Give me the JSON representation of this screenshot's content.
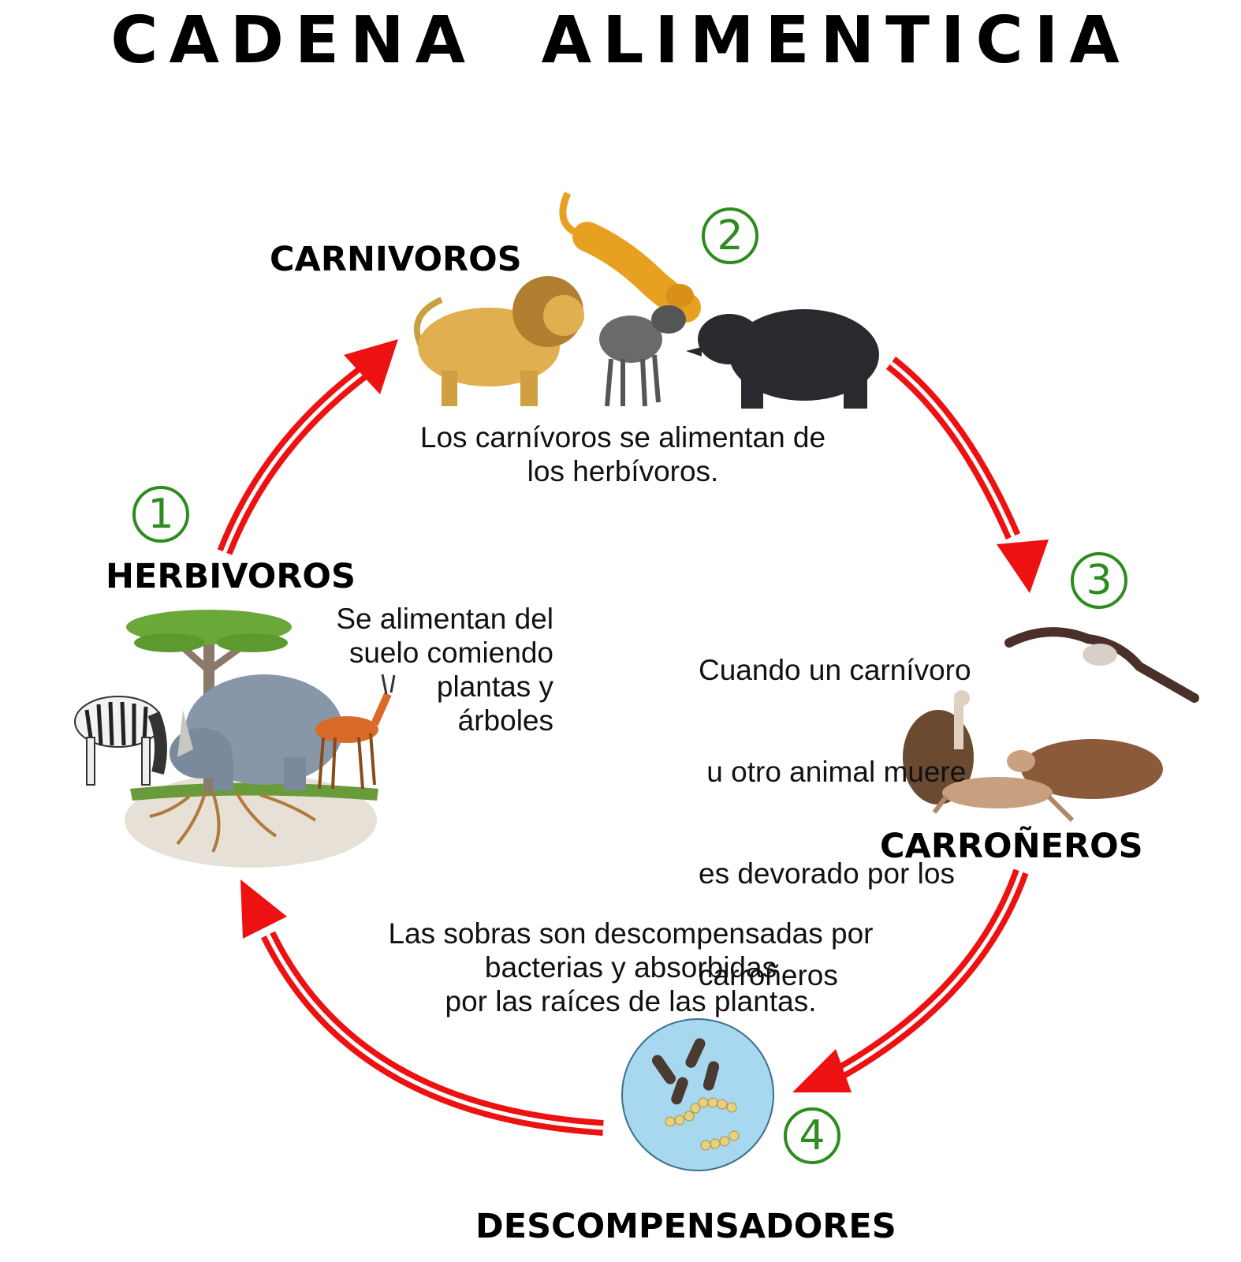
{
  "title": "CADENA    ALIMENTICIA",
  "steps": [
    {
      "number": "1",
      "label": "HERBIVOROS",
      "lines": [
        "Se alimentan del",
        "suelo comiendo",
        "plantas y",
        "árboles"
      ]
    },
    {
      "number": "2",
      "label": "CARNIVOROS",
      "lines": [
        "Los carnívoros se alimentan de",
        "los herbívoros."
      ]
    },
    {
      "number": "3",
      "label": "CARROÑEROS",
      "lines": [
        "Cuando un carnívoro",
        " u otro animal muere",
        "es devorado por los",
        "carroñeros"
      ]
    },
    {
      "number": "4",
      "label": "DESCOMPENSADORES",
      "lines": [
        "Las sobras son descompensadas por",
        "bacterias y absorbidas",
        "por las raíces de las plantas."
      ]
    }
  ],
  "colors": {
    "arrow": "#ee1111",
    "number": "#2e8b1f",
    "bacteria_disc": "#a8d8f0"
  },
  "icons": [
    "zebra-icon",
    "acacia-tree-icon",
    "rhino-icon",
    "gazelle-icon",
    "lion-icon",
    "puma-icon",
    "wildebeest-icon",
    "bear-icon",
    "flying-vulture-icon",
    "vulture-icon",
    "carcass-icon",
    "bacteria-icon"
  ]
}
